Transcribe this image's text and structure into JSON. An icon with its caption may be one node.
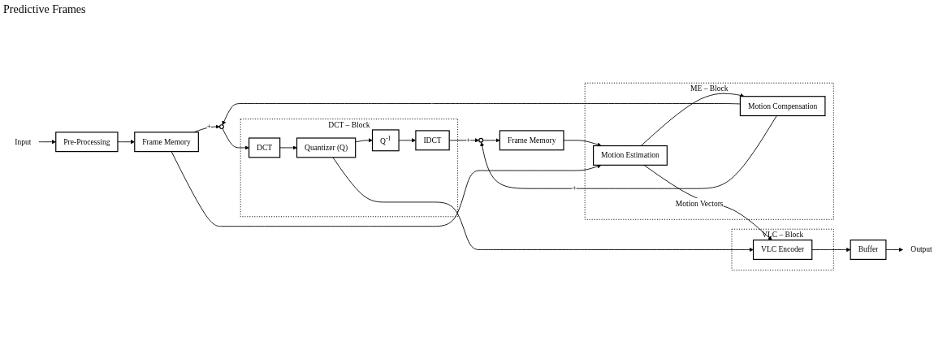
{
  "diagram": {
    "nodes": [
      {
        "text": [
          "Frame Memory"
        ]
      },
      {
        "text": [
          "Pre-Processing"
        ]
      },
      {
        "text": [
          "Input"
        ]
      },
      {
        "text": [],
        "shape": "circle"
      },
      {
        "text": [
          "DCT – Block"
        ]
      },
      {
        "text": [
          "DCT"
        ],
        "in": 4
      },
      {
        "text": [
          "Quantizer (Q)"
        ],
        "in": 4
      },
      {
        "text": [
          "Q$^{-1}$"
        ],
        "in": 4
      },
      {
        "text": [
          "IDCT"
        ],
        "in": 4
      },
      {
        "text": [
          "VLC – Block"
        ]
      },
      {
        "text": [
          "VLC Encoder"
        ],
        "in": 9
      },
      {
        "text": [
          "Buffer"
        ]
      },
      {
        "text": [
          "Output"
        ]
      },
      {
        "text": [],
        "shape": "circle"
      },
      {
        "text": [
          "ME – Block"
        ]
      },
      {
        "text": [
          "Motion Compensation"
        ],
        "in": 14
      },
      {
        "text": [
          "Motion Estimation"
        ],
        "in": 14
      },
      {
        "text": [
          "Frame Memory"
        ]
      }
    ],
    "edges": [
      {
        "from": 2,
        "to": 1,
        "arrow": "to"
      },
      {
        "from": 1,
        "to": 0,
        "arrow": "to"
      },
      {
        "from": 0,
        "to": 3,
        "arrow": "to",
        "label": "+"
      },
      {
        "from": 3,
        "to": 5,
        "arrow": "to"
      },
      {
        "from": 5,
        "to": 6,
        "arrow": "to"
      },
      {
        "from": 6,
        "to": 10,
        "arrow": "to"
      },
      {
        "from": 6,
        "to": 7,
        "arrow": "to"
      },
      {
        "from": 7,
        "to": 8,
        "arrow": "to"
      },
      {
        "from": 8,
        "to": 13,
        "arrow": "to",
        "label": "+"
      },
      {
        "from": 15,
        "to": 3,
        "arrow": "to",
        "label": "-"
      },
      {
        "from": 15,
        "to": 13,
        "arrow": "to",
        "label": "+"
      },
      {
        "from": 13,
        "to": 17,
        "arrow": "to"
      },
      {
        "from": 17,
        "to": 16,
        "arrow": "to"
      },
      {
        "from": 0,
        "to": 16,
        "arrow": "to"
      },
      {
        "from": 16,
        "to": 15,
        "arrow": "to"
      },
      {
        "from": 16,
        "to": 10,
        "arrow": "to",
        "label": "Motion Vectors"
      },
      {
        "from": 10,
        "to": 11,
        "arrow": "to"
      },
      {
        "from": 11,
        "to": 12,
        "arrow": "to"
      }
    ],
    "labels": [
      "Predictive Frames"
    ]
  }
}
